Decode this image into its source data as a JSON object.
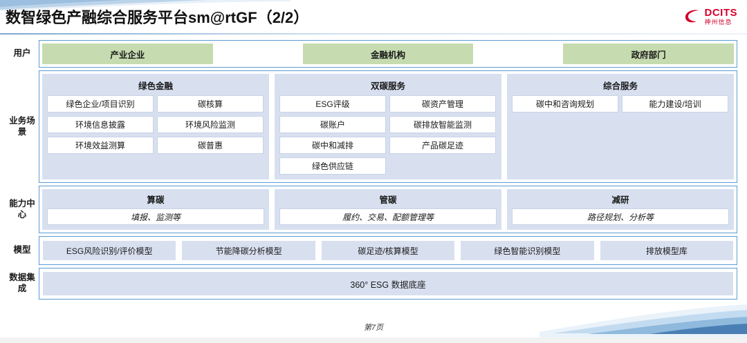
{
  "header": {
    "title": "数智绿色产融综合服务平台sm@rtGF（2/2）",
    "logo_main": "DCITS",
    "logo_sub": "神州信息"
  },
  "rows": {
    "users": {
      "label": "用户",
      "items": [
        "产业企业",
        "金融机构",
        "政府部门"
      ]
    },
    "scenarios": {
      "label": "业务场景",
      "columns": [
        {
          "head": "绿色金融",
          "items": [
            "绿色企业/项目识别",
            "碳核算",
            "环境信息披露",
            "环境风险监测",
            "环境效益测算",
            "碳普惠"
          ]
        },
        {
          "head": "双碳服务",
          "items": [
            "ESG评级",
            "碳资产管理",
            "碳账户",
            "碳排放智能监测",
            "碳中和减排",
            "产品碳足迹",
            "绿色供应链"
          ]
        },
        {
          "head": "综合服务",
          "items": [
            "碳中和咨询规划",
            "能力建设/培训"
          ]
        }
      ]
    },
    "capability": {
      "label": "能力中心",
      "columns": [
        {
          "head": "算碳",
          "sub": "填报、监测等"
        },
        {
          "head": "管碳",
          "sub": "履约、交易、配额管理等"
        },
        {
          "head": "减研",
          "sub": "路径规划、分析等"
        }
      ]
    },
    "models": {
      "label": "模型",
      "items": [
        "ESG风险识别/评价模型",
        "节能降碳分析模型",
        "碳足迹/核算模型",
        "绿色智能识别模型",
        "排放模型库"
      ]
    },
    "data": {
      "label": "数据集成",
      "text": "360° ESG 数据底座"
    }
  },
  "footer": {
    "page": "第7页"
  },
  "colors": {
    "user_chip": "#c6dcb0",
    "panel": "#d8e0f0",
    "border_blue": "#5b9bd5",
    "brand_red": "#d4002a"
  }
}
